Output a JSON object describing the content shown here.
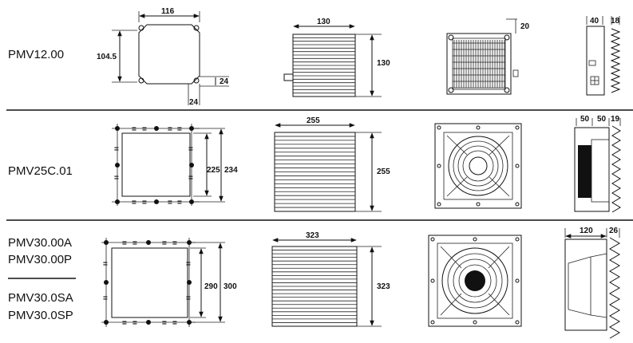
{
  "rows": [
    {
      "models": [
        "PMV12.00"
      ],
      "cutout": {
        "width": "116",
        "height": "104.5",
        "tab_w": "24",
        "tab_h": "24"
      },
      "front": {
        "width": "130",
        "height": "130"
      },
      "back": {
        "offset": "20"
      },
      "side": {
        "depth": "40",
        "grille": "18"
      }
    },
    {
      "models": [
        "PMV25C.01"
      ],
      "cutout": {
        "inner": "225",
        "outer": "234"
      },
      "front": {
        "width": "255",
        "height": "255"
      },
      "side": {
        "depth": "50",
        "mid": "50",
        "grille": "19"
      }
    },
    {
      "models": [
        "PMV30.00A",
        "PMV30.00P",
        "PMV30.0SA",
        "PMV30.0SP"
      ],
      "cutout": {
        "inner": "290",
        "outer": "300"
      },
      "front": {
        "width": "323",
        "height": "323"
      },
      "side": {
        "depth": "120",
        "grille": "26"
      }
    }
  ]
}
